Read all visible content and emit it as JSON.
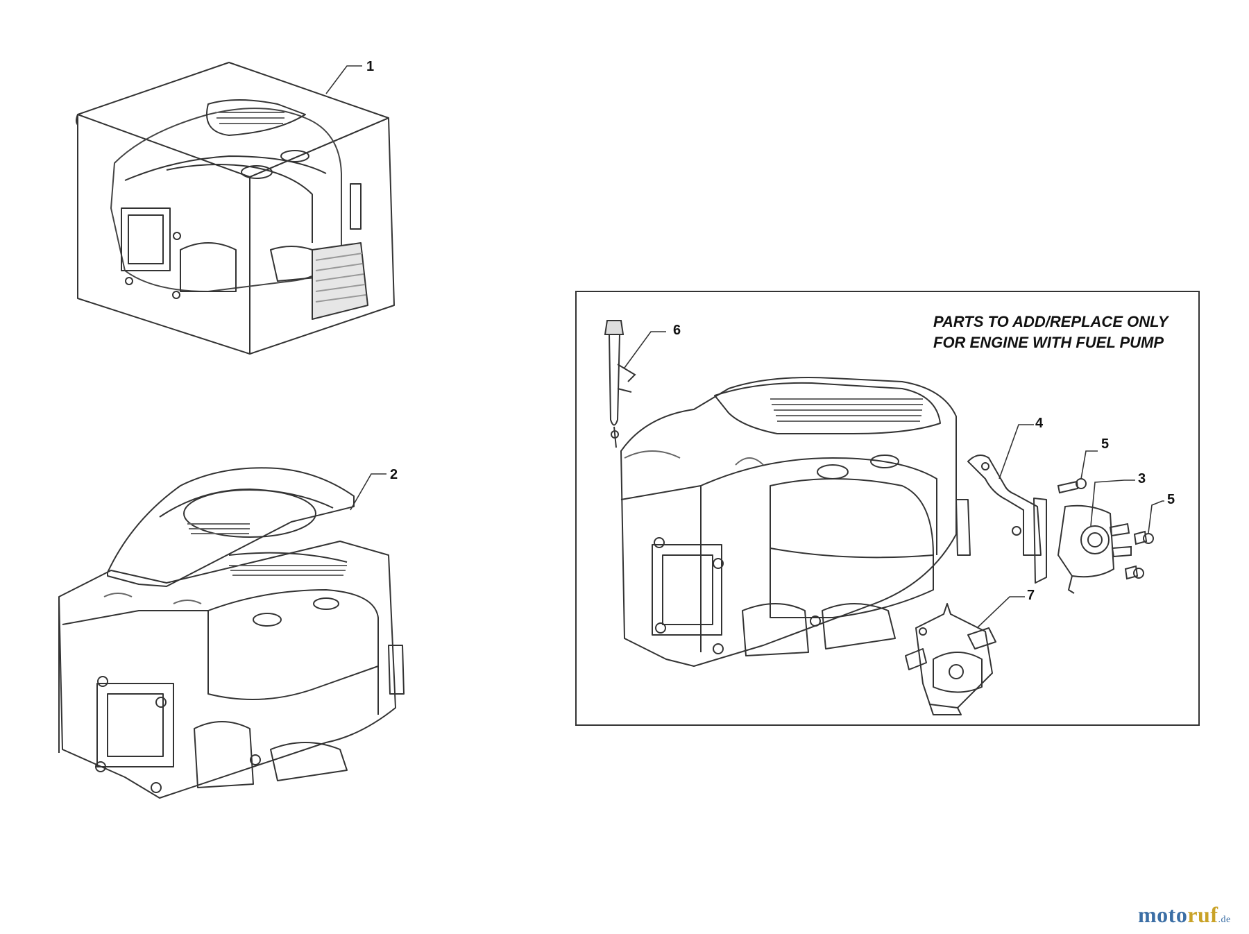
{
  "callouts": {
    "c1": "1",
    "c2": "2",
    "c3": "3",
    "c4": "4",
    "c5a": "5",
    "c5b": "5",
    "c6": "6",
    "c7": "7"
  },
  "note": {
    "line1": "PARTS TO ADD/REPLACE ONLY",
    "line2": "FOR ENGINE WITH FUEL PUMP"
  },
  "watermark": {
    "part1": "moto",
    "part2": "ruf",
    "part3": ".de"
  },
  "colors": {
    "line": "#333333",
    "watermark_blue": "#3b6ea5",
    "watermark_gold": "#c9a227"
  }
}
